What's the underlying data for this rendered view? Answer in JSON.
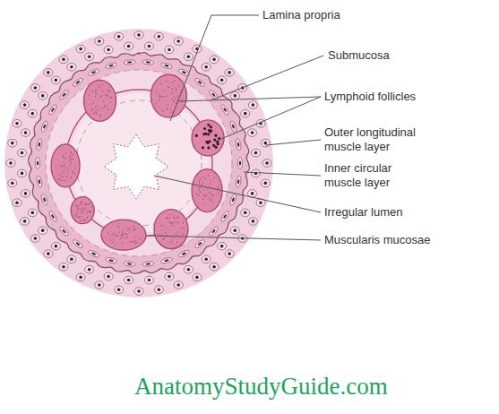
{
  "diagram": {
    "labels": [
      "Lamina propria",
      "Submucosa",
      "Lymphoid follicles",
      "Outer longitudinal muscle layer",
      "Inner circular muscle layer",
      "Irregular lumen",
      "Muscularis mucosae",
      "AnatomyStudyGuide.com"
    ]
  }
}
